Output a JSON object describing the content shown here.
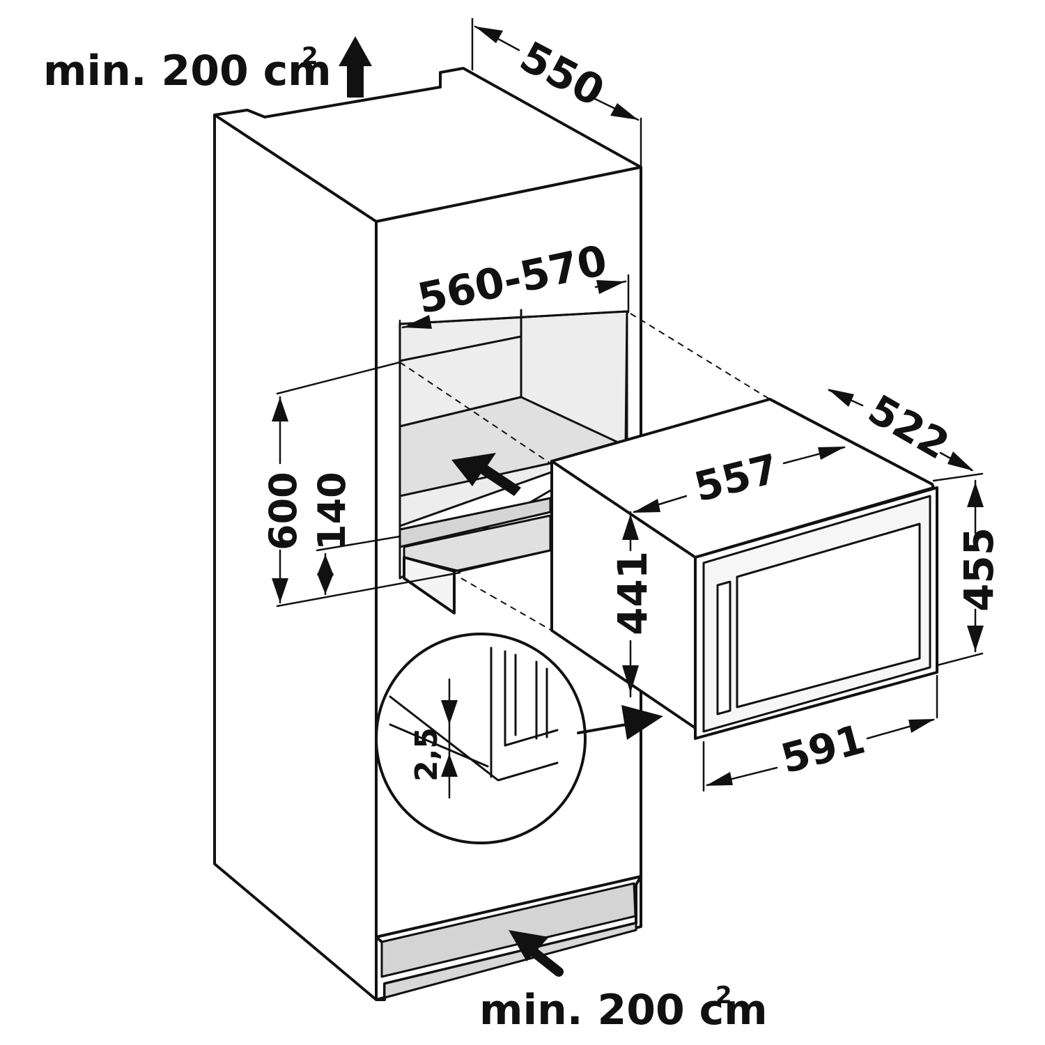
{
  "ventilation": {
    "top_label": "min. 200 cm",
    "top_sup": "2",
    "bottom_label": "min. 200 cm",
    "bottom_sup": "2"
  },
  "dimensions": {
    "niche_depth": "550",
    "niche_width": "560-570",
    "niche_height": "600",
    "plinth_height": "140",
    "appliance_width": "557",
    "appliance_depth": "522",
    "appliance_height": "441",
    "door_height": "455",
    "door_width": "591",
    "gap_detail": "2,5"
  },
  "colors": {
    "line": "#111111",
    "shade": "#e0e0e0",
    "background": "#ffffff"
  }
}
